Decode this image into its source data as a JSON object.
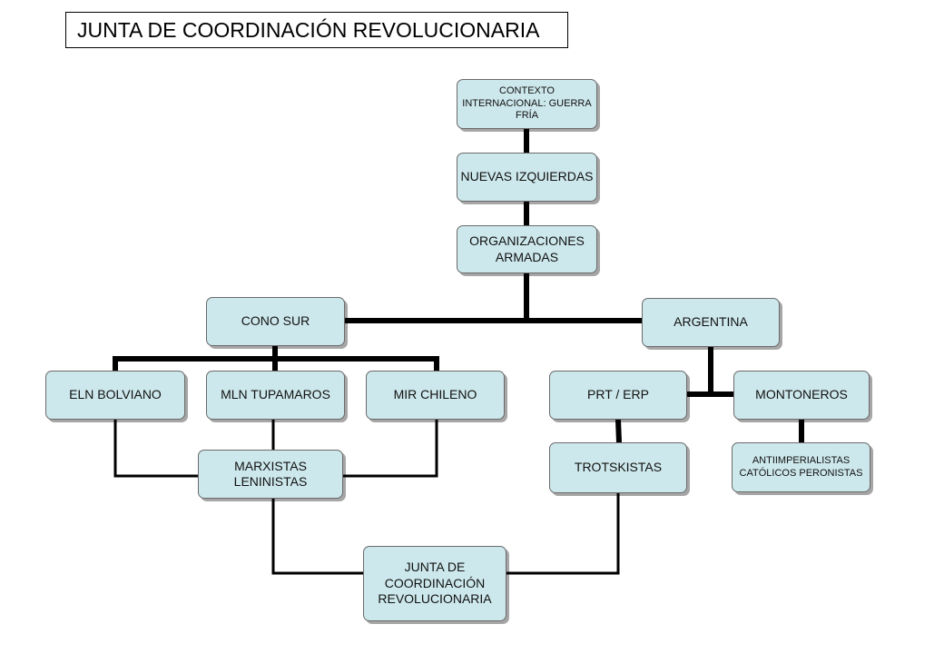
{
  "title": "JUNTA DE COORDINACIÓN REVOLUCIONARIA",
  "nodes": {
    "contexto": "CONTEXTO INTERNACIONAL: GUERRA FRÍA",
    "nuevas_izquierdas": "NUEVAS IZQUIERDAS",
    "organizaciones_armadas": "ORGANIZACIONES ARMADAS",
    "cono_sur": "CONO SUR",
    "argentina": "ARGENTINA",
    "eln": "ELN BOLVIANO",
    "mln": "MLN TUPAMAROS",
    "mir": "MIR CHILENO",
    "prt": "PRT / ERP",
    "montoneros": "MONTONEROS",
    "marxistas": "MARXISTAS LENINISTAS",
    "trotskistas": "TROTSKISTAS",
    "antiimperialistas": "ANTIIMPERIALISTAS CATÓLICOS PERONISTAS",
    "junta": "JUNTA DE COORDINACIÓN REVOLUCIONARIA"
  },
  "colors": {
    "node_fill": "#cde8ec",
    "node_border": "#6a6a6a",
    "connector": "#000000"
  }
}
